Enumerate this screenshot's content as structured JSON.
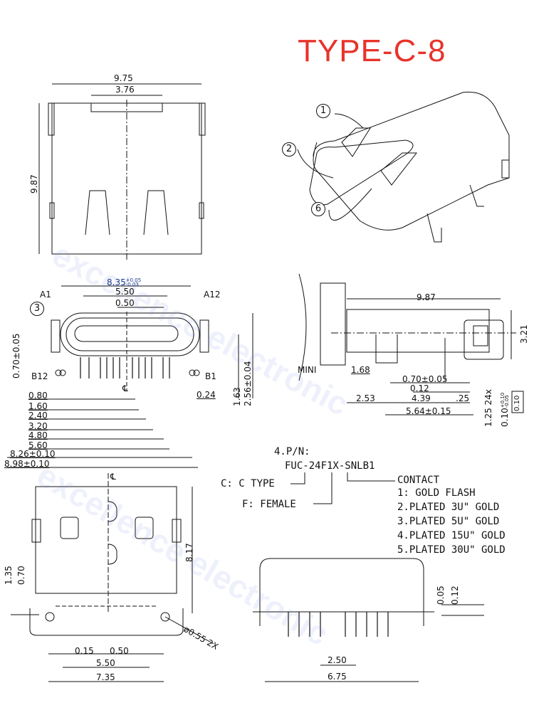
{
  "title": "TYPE-C-8",
  "watermark": "excellence electronic",
  "top_view": {
    "width": "9.75",
    "inner_width": "3.76",
    "height": "9.87"
  },
  "iso_callouts": [
    "1",
    "2",
    "6"
  ],
  "front_view": {
    "overall": "8.35",
    "overall_tol_plus": "+0.05",
    "overall_tol_minus": "-0.03",
    "inner": "5.50",
    "pitch": "0.50",
    "pin_a1": "A1",
    "pin_a12": "A12",
    "pin_b12": "B12",
    "pin_b1": "B1",
    "callout": "3",
    "left_vertical": "0.70±0.05",
    "center_mark": "℄",
    "pin_width": "0.24",
    "height_1": "1.63",
    "height_2": "2.56±0.04",
    "pin_spacings": [
      "0.80",
      "1.60",
      "2.40",
      "3.20",
      "4.80",
      "5.60",
      "8.26±0.10",
      "8.98±0.10"
    ]
  },
  "side_view": {
    "length": "9.87",
    "height": "3.21",
    "mini_label": "MINI",
    "mini_dim": "1.68",
    "pin_dim": "0.70±0.05",
    "gap": "0.12",
    "d1": "2.53",
    "d2": "4.39",
    "d3": ".25",
    "pin_span": "5.64±0.15",
    "pitch_vert": "1.25  24x",
    "tol_vert": "0.10",
    "tol_plus": "+0.10",
    "tol_minus": "-0.05",
    "flatness": "0.10"
  },
  "part_number": {
    "label": "4.P/N:",
    "value": "FUC-24F1X-SNLB1",
    "c_note": "C:  C TYPE",
    "f_note": "F:  FEMALE",
    "contact_title": "CONTACT",
    "contact_options": [
      "1: GOLD FLASH",
      "2.PLATED  3U\" GOLD",
      "3.PLATED  5U\" GOLD",
      "4.PLATED  15U\" GOLD",
      "5.PLATED  30U\" GOLD"
    ]
  },
  "pcb_view": {
    "center_mark": "℄",
    "height": "8.17",
    "row_a": "1.35",
    "row_b": "0.70",
    "hole": "ø0.55  2X",
    "d1": "0.15",
    "d2": "0.50",
    "d3": "5.50",
    "d4": "7.35"
  },
  "rear_view": {
    "d1": "0.05",
    "d2": "0.12",
    "d3": "2.50",
    "d4": "6.75"
  },
  "colors": {
    "title": "#e8332b",
    "line": "#111111",
    "accent_dim": "#1a3a8a"
  }
}
